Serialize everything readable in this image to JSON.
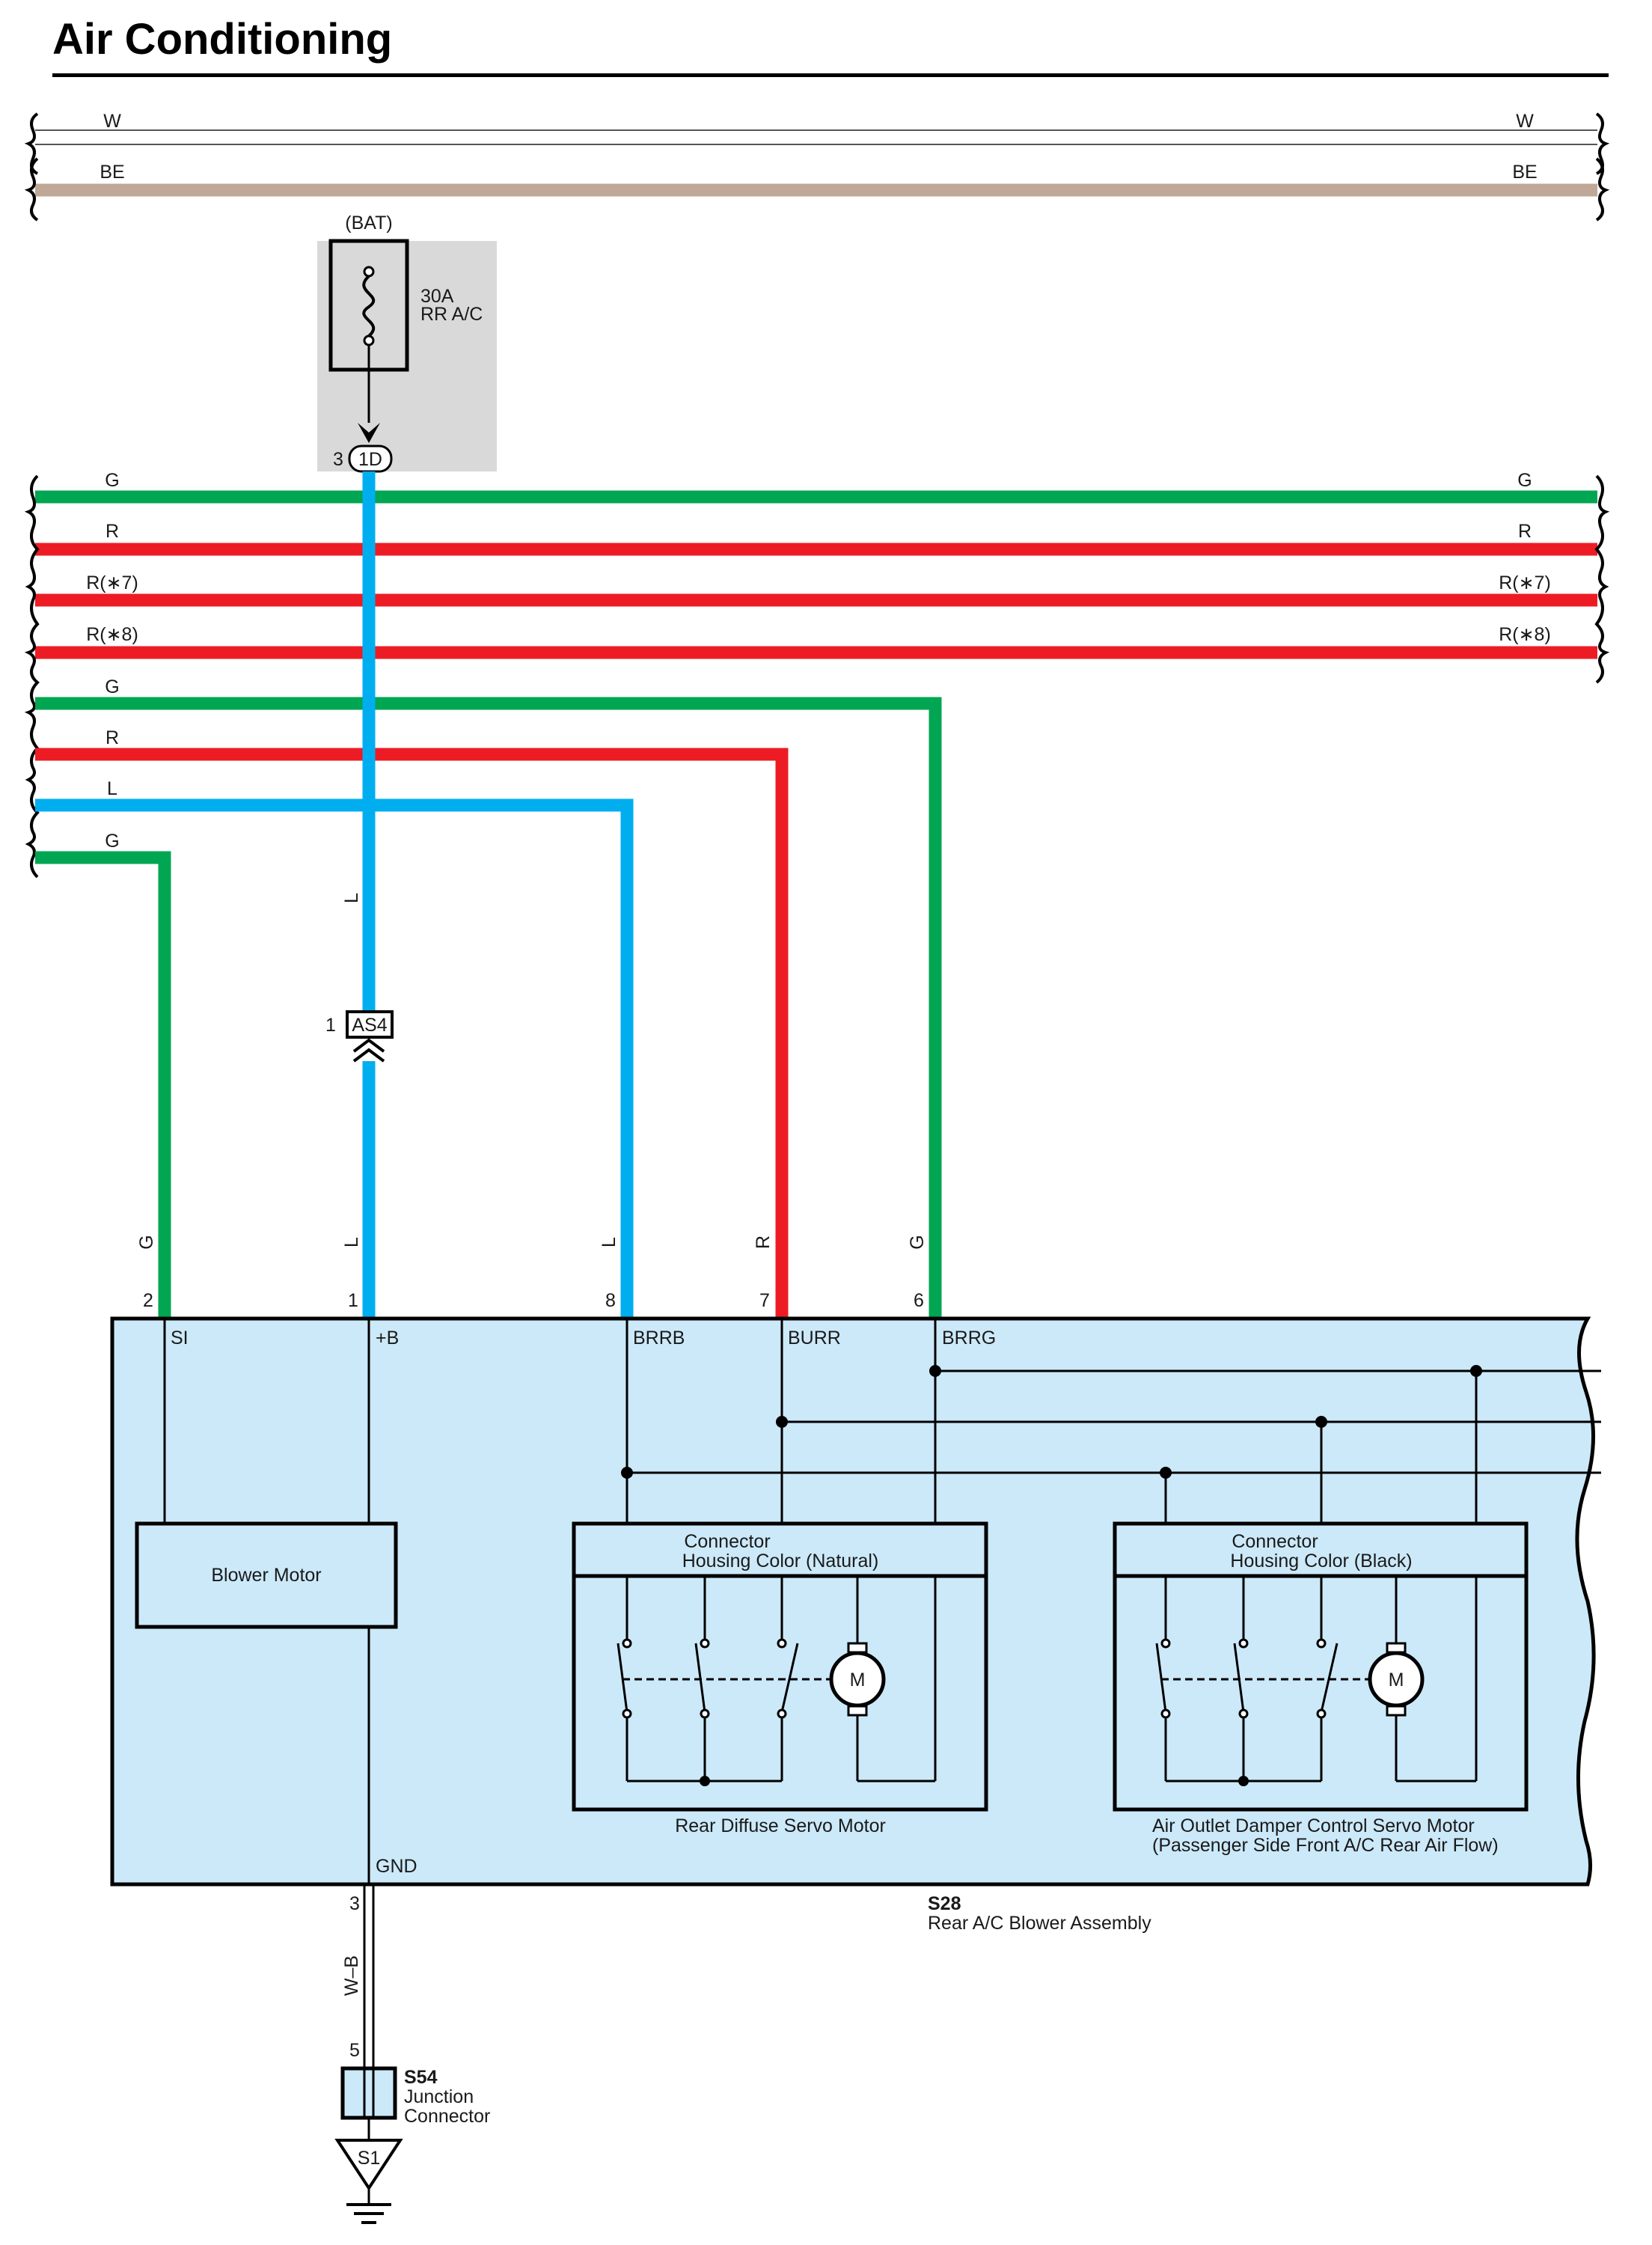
{
  "title": "Air Conditioning",
  "colors": {
    "white_wire": "#ffffff",
    "beige_wire": "#bfa898",
    "green_wire": "#00a651",
    "red_wire": "#ed1c24",
    "blue_wire": "#00aeef",
    "component_fill": "#cce9f9",
    "fuse_box_fill": "#d9d9d9"
  },
  "wires": {
    "w": "W",
    "be": "BE",
    "g": "G",
    "r": "R",
    "r7": "R(∗7)",
    "r8": "R(∗8)",
    "l": "L",
    "wb": "W–B"
  },
  "fuse": {
    "source": "(BAT)",
    "rating": "30A",
    "name": "RR A/C",
    "connector": "1D",
    "pin": "3"
  },
  "connector_as4": {
    "name": "AS4",
    "pin": "1"
  },
  "pins": {
    "si": "2",
    "b": "1",
    "brrb": "8",
    "burr": "7",
    "brrg": "6",
    "gnd": "3",
    "junction": "5"
  },
  "terminals": {
    "si": "SI",
    "b": "+B",
    "brrb": "BRRB",
    "burr": "BURR",
    "brrg": "BRRG",
    "gnd": "GND"
  },
  "blower_motor": "Blower Motor",
  "servo1": {
    "header_line1": "Connector",
    "header_line2": "Housing Color (Natural)",
    "caption": "Rear Diffuse Servo Motor",
    "motor": "M"
  },
  "servo2": {
    "header_line1": "Connector",
    "header_line2": "Housing Color (Black)",
    "caption_line1": "Air Outlet Damper Control Servo Motor",
    "caption_line2": "(Passenger Side Front A/C Rear Air Flow)",
    "motor": "M"
  },
  "assembly": {
    "code": "S28",
    "name": "Rear A/C Blower Assembly"
  },
  "junction": {
    "code": "S54",
    "line1": "Junction",
    "line2": "Connector"
  },
  "ground": {
    "code": "S1"
  }
}
